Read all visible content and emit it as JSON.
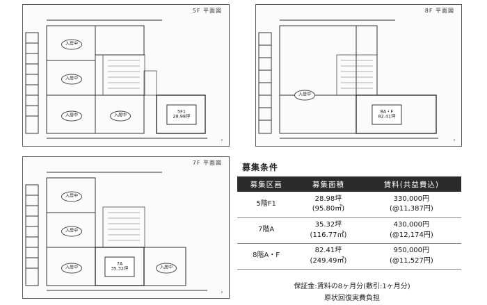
{
  "floor_plans": [
    {
      "title": "5F 平面図",
      "rooms": [
        "入居中",
        "入居中",
        "入居中",
        "入居中"
      ],
      "vacancy": {
        "label": "5F1",
        "area": "28.98坪"
      }
    },
    {
      "title": "8F 平面図",
      "rooms": [
        "入居中"
      ],
      "vacancy": {
        "label": "8A・F",
        "area": "82.41坪"
      }
    },
    {
      "title": "7F 平面図",
      "rooms": [
        "入居中",
        "入居中",
        "入居中",
        "入居中"
      ],
      "vacancy": {
        "label": "7A",
        "area": "35.32坪"
      }
    }
  ],
  "conditions": {
    "title": "募集条件",
    "headers": [
      "募集区画",
      "募集面積",
      "賃料(共益費込)"
    ],
    "rows": [
      {
        "unit": "5階F1",
        "area_tsubo": "28.98坪",
        "area_m2": "(95.80㎡)",
        "rent": "330,000円",
        "rent_per_tsubo": "(@11,387円)"
      },
      {
        "unit": "7階A",
        "area_tsubo": "35.32坪",
        "area_m2": "(116.77㎡)",
        "rent": "430,000円",
        "rent_per_tsubo": "(@12,174円)"
      },
      {
        "unit": "8階A・F",
        "area_tsubo": "82.41坪",
        "area_m2": "(249.49㎡)",
        "rent": "950,000円",
        "rent_per_tsubo": "(@11,527円)"
      }
    ],
    "note_deposit": "保証金:賃料の8ヶ月分(敷引:1ヶ月分)",
    "note_restoration": "原状回復実費負担"
  }
}
